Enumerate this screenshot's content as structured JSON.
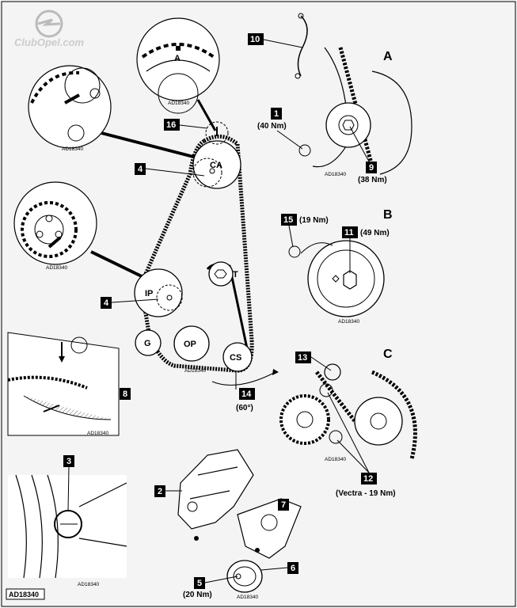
{
  "watermark": "ClubOpel.com",
  "ref_code": "AD18340",
  "callouts": {
    "c1": "1",
    "c2": "2",
    "c3": "3",
    "c4": "4",
    "c5": "5",
    "c6": "6",
    "c7": "7",
    "c8": "8",
    "c9": "9",
    "c10": "10",
    "c11": "11",
    "c12": "12",
    "c13": "13",
    "c14": "14",
    "c15": "15",
    "c16": "16"
  },
  "torques": {
    "t1": "(40 Nm)",
    "t9": "(38 Nm)",
    "t15": "(19 Nm)",
    "t11": "(49 Nm)",
    "t12": "(Vectra - 19 Nm)",
    "t5": "(20 Nm)",
    "angle14": "(60°)"
  },
  "views": {
    "a": "A",
    "b": "B",
    "c": "C",
    "detail_a": "A"
  },
  "pulleys": {
    "ca": "CA",
    "ip": "IP",
    "t": "T",
    "g": "G",
    "op": "OP",
    "cs": "CS"
  }
}
